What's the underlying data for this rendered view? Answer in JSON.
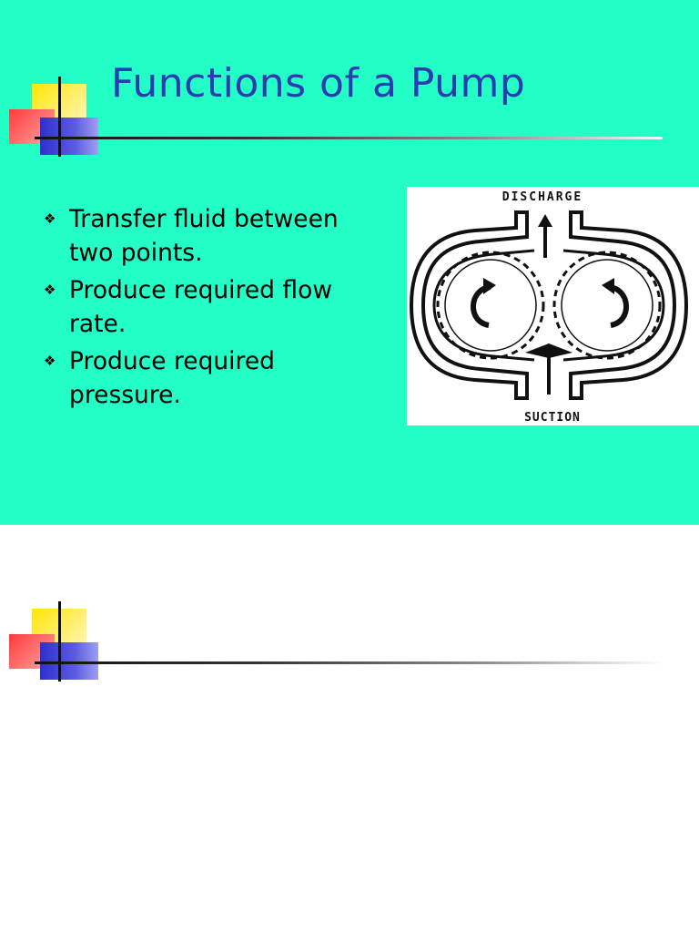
{
  "slide1": {
    "title": "Functions of a Pump",
    "bullets": [
      "Transfer fluid between two points.",
      "Produce required flow rate.",
      "Produce required pressure."
    ],
    "diagram": {
      "top_label": "DISCHARGE",
      "bottom_label": "SUCTION"
    }
  }
}
